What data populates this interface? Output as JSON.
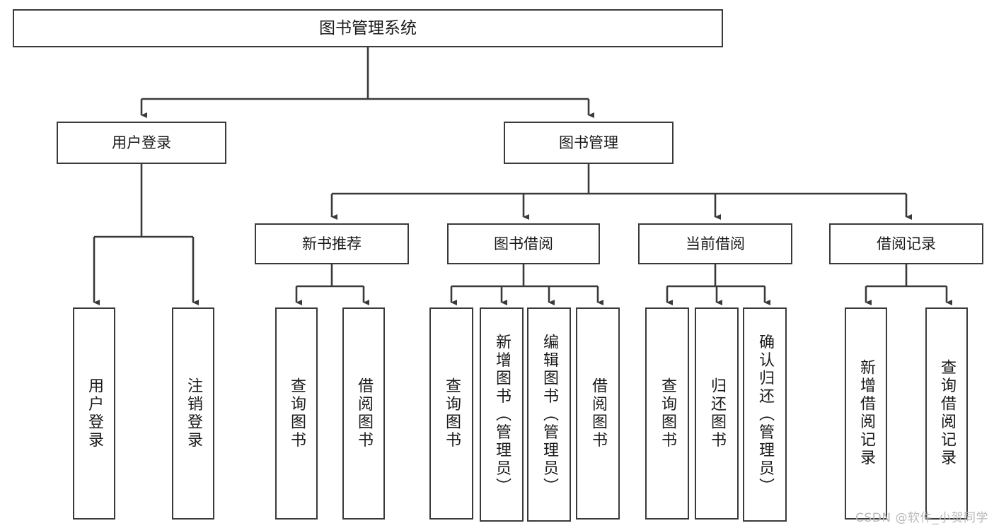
{
  "diagram": {
    "title": "图书管理系统",
    "type": "tree",
    "orientation": "top-down",
    "colors": {
      "background": "#ffffff",
      "node_fill": "#ffffff",
      "node_stroke": "#3a3a3a",
      "edge_stroke": "#3a3a3a",
      "text": "#1a1a1a",
      "watermark": "#b9b9b9"
    },
    "root": {
      "label": "图书管理系统"
    },
    "level2": [
      {
        "label": "用户登录"
      },
      {
        "label": "图书管理"
      }
    ],
    "level3": [
      {
        "label": "新书推荐"
      },
      {
        "label": "图书借阅"
      },
      {
        "label": "当前借阅"
      },
      {
        "label": "借阅记录"
      }
    ],
    "leaves": {
      "user_login": [
        {
          "label": "用户登录"
        },
        {
          "label": "注销登录"
        }
      ],
      "new_book_recommend": [
        {
          "label": "查询图书"
        },
        {
          "label": "借阅图书"
        }
      ],
      "book_borrow": [
        {
          "label": "查询图书"
        },
        {
          "label": "新增图书（管理员）"
        },
        {
          "label": "编辑图书（管理员）"
        },
        {
          "label": "借阅图书"
        }
      ],
      "current_borrow": [
        {
          "label": "查询图书"
        },
        {
          "label": "归还图书"
        },
        {
          "label": "确认归还（管理员）"
        }
      ],
      "borrow_record": [
        {
          "label": "新增借阅记录"
        },
        {
          "label": "查询借阅记录"
        }
      ]
    }
  },
  "watermark": {
    "text": "CSDN @软件_小贺同学"
  }
}
